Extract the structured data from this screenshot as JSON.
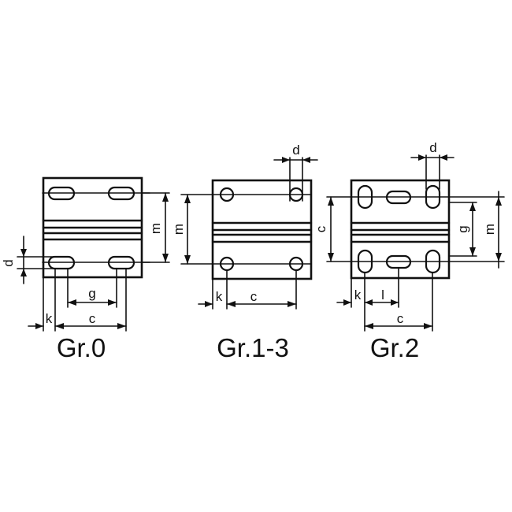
{
  "variants": [
    {
      "caption": "Gr.0",
      "dims": {
        "d": "d",
        "k": "k",
        "c": "c",
        "g": "g",
        "m": "m"
      }
    },
    {
      "caption": "Gr.1-3",
      "dims": {
        "d": "d",
        "k": "k",
        "c": "c",
        "m": "m"
      }
    },
    {
      "caption": "Gr.2",
      "dims": {
        "d": "d",
        "k": "k",
        "l": "l",
        "c": "c",
        "g": "g",
        "m": "m",
        "c_side": "c"
      }
    }
  ]
}
